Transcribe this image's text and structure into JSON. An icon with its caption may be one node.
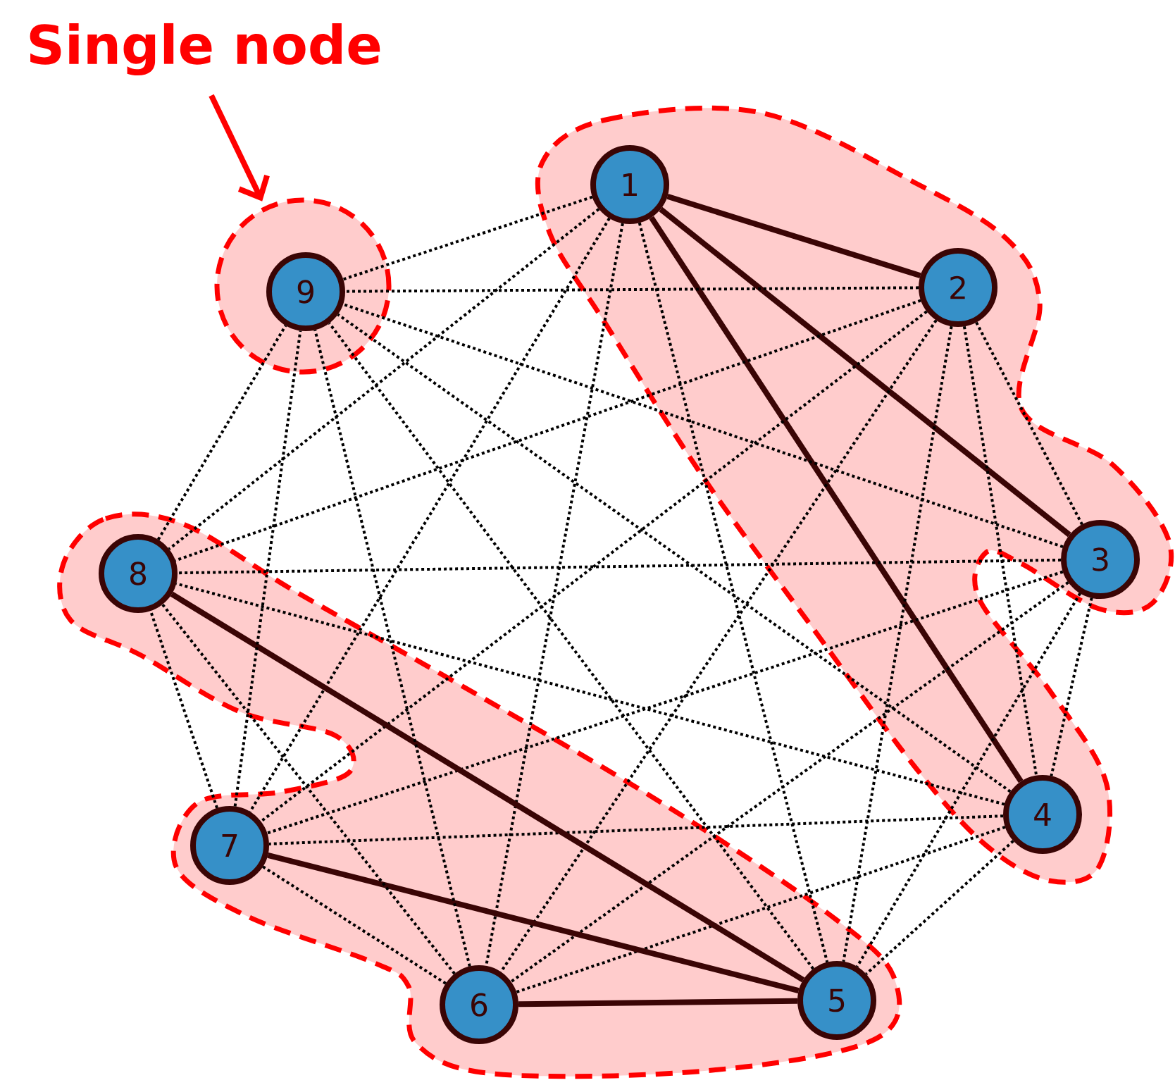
{
  "diagram": {
    "nodes": [
      {
        "text": [
          "Single node"
        ]
      },
      {
        "text": [],
        "shape": "blob"
      },
      {
        "text": [
          "9"
        ],
        "in": 1
      },
      {
        "text": [],
        "shape": "blob"
      },
      {
        "text": [
          "1"
        ],
        "in": 3
      },
      {
        "text": [
          "2"
        ],
        "in": 3
      },
      {
        "text": [
          "3"
        ],
        "in": 3
      },
      {
        "text": [
          "4"
        ],
        "in": 3
      },
      {
        "text": [],
        "shape": "blob"
      },
      {
        "text": [
          "5"
        ],
        "in": 8
      },
      {
        "text": [
          "6"
        ],
        "in": 8
      },
      {
        "text": [
          "7"
        ],
        "in": 8
      },
      {
        "text": [
          "8"
        ],
        "in": 8
      }
    ],
    "edges": [
      {
        "from": 0,
        "to": 1,
        "arrow": "to",
        "style": "thick",
        "color": "#ff0000"
      },
      {
        "from": 4,
        "to": 5,
        "arrow": "none",
        "style": "thick",
        "color": "#3a0505"
      },
      {
        "from": 4,
        "to": 6,
        "arrow": "none",
        "style": "thick",
        "color": "#3a0505"
      },
      {
        "from": 4,
        "to": 7,
        "arrow": "none",
        "style": "thick",
        "color": "#3a0505"
      },
      {
        "from": 4,
        "to": 9,
        "arrow": "none",
        "style": "dashed"
      },
      {
        "from": 4,
        "to": 10,
        "arrow": "none",
        "style": "dashed"
      },
      {
        "from": 4,
        "to": 11,
        "arrow": "none",
        "style": "dashed"
      },
      {
        "from": 4,
        "to": 12,
        "arrow": "none",
        "style": "dashed"
      },
      {
        "from": 4,
        "to": 2,
        "arrow": "none",
        "style": "dashed"
      },
      {
        "from": 5,
        "to": 6,
        "arrow": "none",
        "style": "dashed"
      },
      {
        "from": 5,
        "to": 7,
        "arrow": "none",
        "style": "dashed"
      },
      {
        "from": 5,
        "to": 9,
        "arrow": "none",
        "style": "dashed"
      },
      {
        "from": 5,
        "to": 10,
        "arrow": "none",
        "style": "dashed"
      },
      {
        "from": 5,
        "to": 11,
        "arrow": "none",
        "style": "dashed"
      },
      {
        "from": 5,
        "to": 12,
        "arrow": "none",
        "style": "dashed"
      },
      {
        "from": 5,
        "to": 2,
        "arrow": "none",
        "style": "dashed"
      },
      {
        "from": 6,
        "to": 7,
        "arrow": "none",
        "style": "dashed"
      },
      {
        "from": 6,
        "to": 9,
        "arrow": "none",
        "style": "dashed"
      },
      {
        "from": 6,
        "to": 10,
        "arrow": "none",
        "style": "dashed"
      },
      {
        "from": 6,
        "to": 11,
        "arrow": "none",
        "style": "dashed"
      },
      {
        "from": 6,
        "to": 12,
        "arrow": "none",
        "style": "dashed"
      },
      {
        "from": 6,
        "to": 2,
        "arrow": "none",
        "style": "dashed"
      },
      {
        "from": 7,
        "to": 9,
        "arrow": "none",
        "style": "dashed"
      },
      {
        "from": 7,
        "to": 10,
        "arrow": "none",
        "style": "dashed"
      },
      {
        "from": 7,
        "to": 11,
        "arrow": "none",
        "style": "dashed"
      },
      {
        "from": 7,
        "to": 12,
        "arrow": "none",
        "style": "dashed"
      },
      {
        "from": 7,
        "to": 2,
        "arrow": "none",
        "style": "dashed"
      },
      {
        "from": 9,
        "to": 10,
        "arrow": "none",
        "style": "thick",
        "color": "#3a0505"
      },
      {
        "from": 9,
        "to": 11,
        "arrow": "none",
        "style": "thick",
        "color": "#3a0505"
      },
      {
        "from": 9,
        "to": 12,
        "arrow": "none",
        "style": "thick",
        "color": "#3a0505"
      },
      {
        "from": 9,
        "to": 2,
        "arrow": "none",
        "style": "dashed"
      },
      {
        "from": 10,
        "to": 11,
        "arrow": "none",
        "style": "dashed"
      },
      {
        "from": 10,
        "to": 12,
        "arrow": "none",
        "style": "dashed"
      },
      {
        "from": 10,
        "to": 2,
        "arrow": "none",
        "style": "dashed"
      },
      {
        "from": 11,
        "to": 12,
        "arrow": "none",
        "style": "dashed"
      },
      {
        "from": 11,
        "to": 2,
        "arrow": "none",
        "style": "dashed"
      },
      {
        "from": 12,
        "to": 2,
        "arrow": "none",
        "style": "dashed"
      }
    ]
  }
}
